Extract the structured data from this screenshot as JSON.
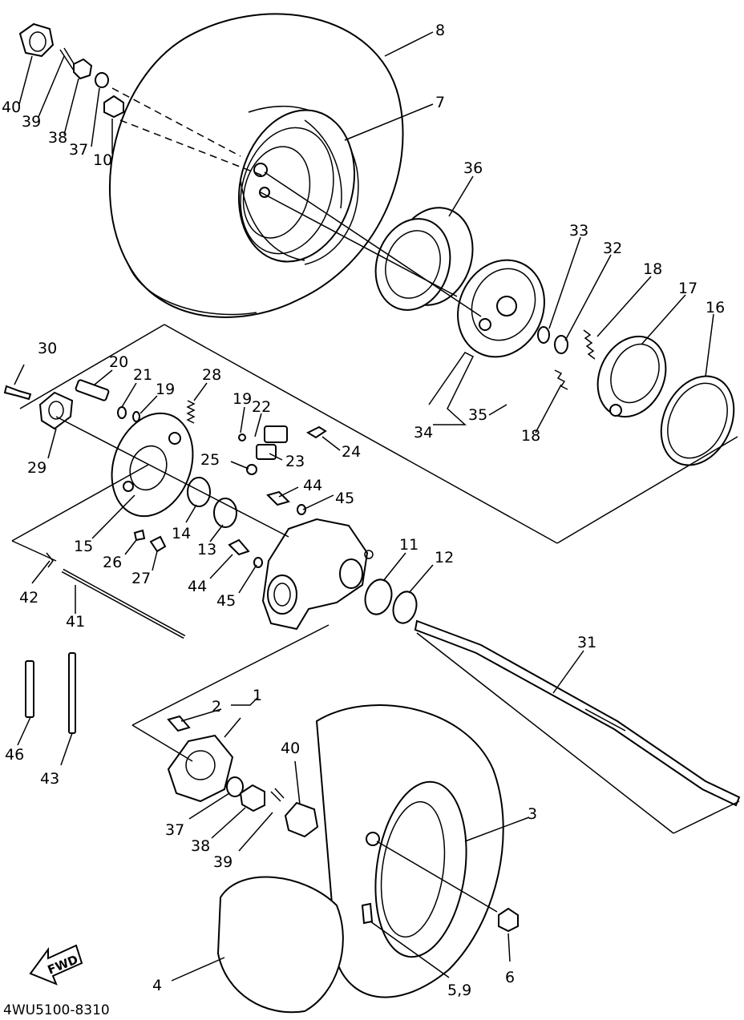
{
  "diagram_code": "4WU5100-8310",
  "direction_label": "FWD",
  "callouts": {
    "c1": "1",
    "c2": "2",
    "c3": "3",
    "c4": "4",
    "c59": "5,9",
    "c6": "6",
    "c7": "7",
    "c8": "8",
    "c10": "10",
    "c11": "11",
    "c12": "12",
    "c13": "13",
    "c14": "14",
    "c15": "15",
    "c16": "16",
    "c17": "17",
    "c18a": "18",
    "c18b": "18",
    "c19a": "19",
    "c19b": "19",
    "c20": "20",
    "c21": "21",
    "c22": "22",
    "c23": "23",
    "c24": "24",
    "c25": "25",
    "c26": "26",
    "c27": "27",
    "c28": "28",
    "c29": "29",
    "c30": "30",
    "c31": "31",
    "c32": "32",
    "c33": "33",
    "c34": "34",
    "c35": "35",
    "c36": "36",
    "c37a": "37",
    "c37b": "37",
    "c38a": "38",
    "c38b": "38",
    "c39a": "39",
    "c39b": "39",
    "c40a": "40",
    "c40b": "40",
    "c41": "41",
    "c42": "42",
    "c43": "43",
    "c44a": "44",
    "c44b": "44",
    "c45a": "45",
    "c45b": "45",
    "c46": "46"
  }
}
